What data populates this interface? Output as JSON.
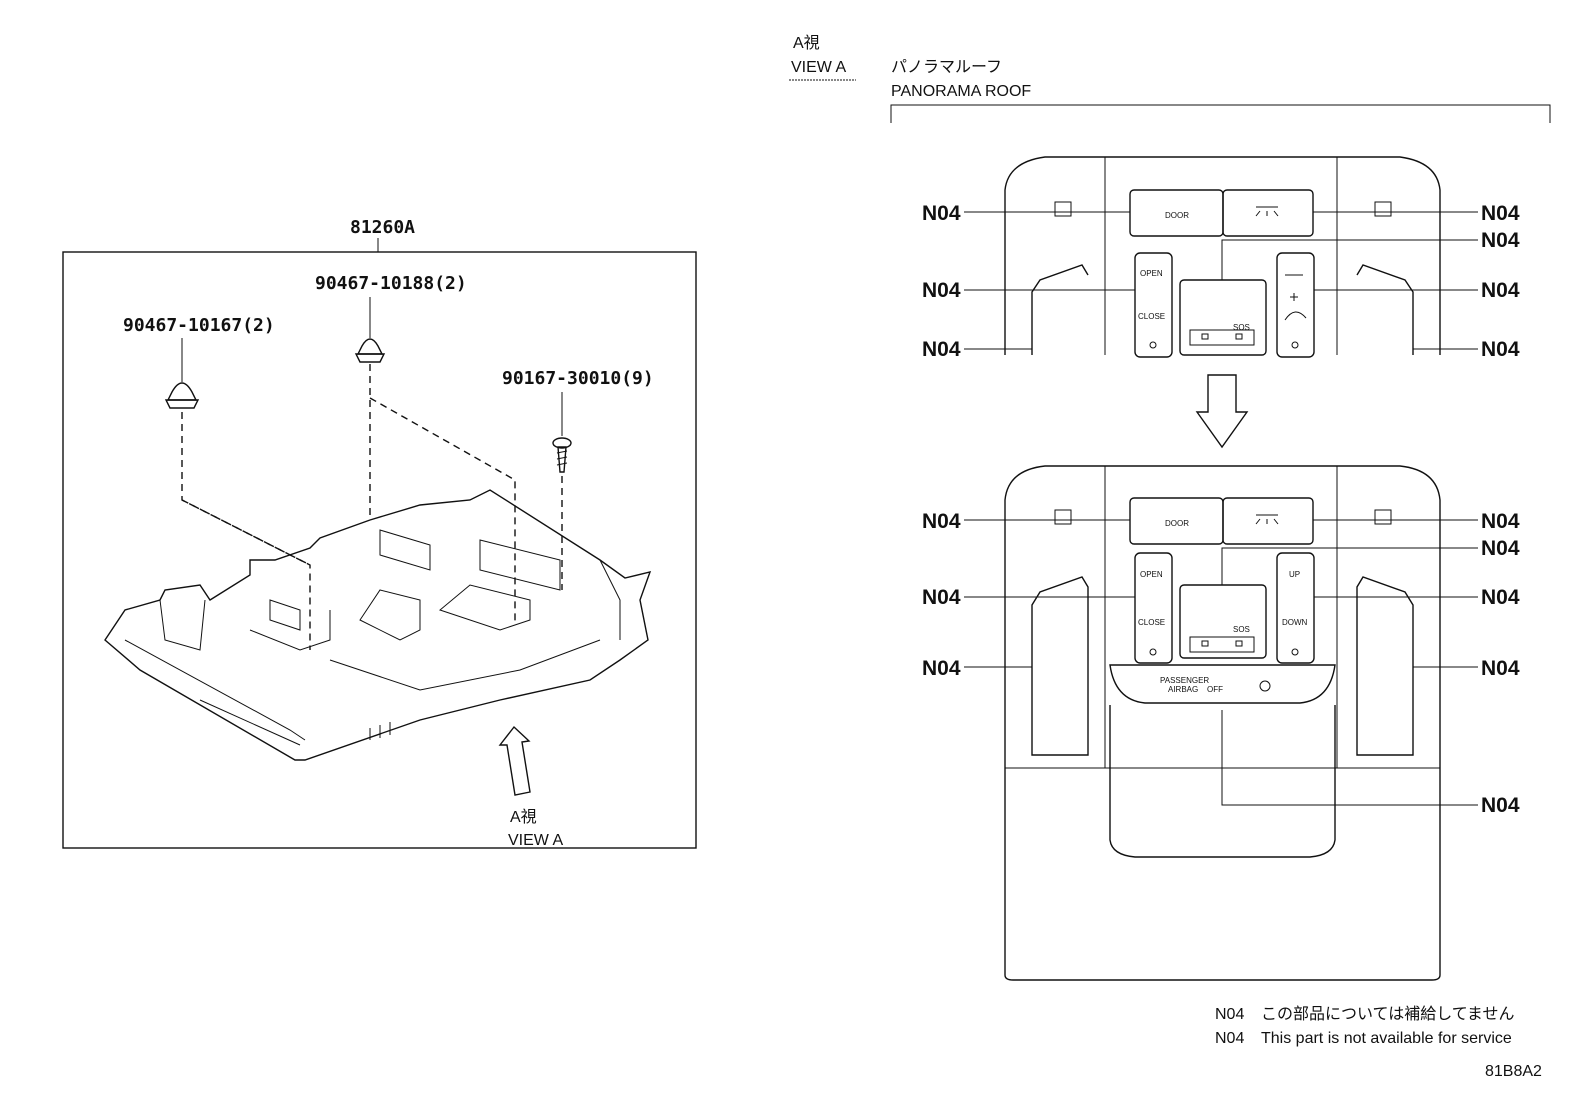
{
  "view_a_header": {
    "jp": "A視",
    "en": "VIEW A"
  },
  "roof": {
    "jp": "パノラマルーフ",
    "en": "PANORAMA ROOF"
  },
  "assembly": {
    "code": "81260A"
  },
  "parts": [
    {
      "code": "90467-10167(2)"
    },
    {
      "code": "90467-10188(2)"
    },
    {
      "code": "90167-30010(9)"
    }
  ],
  "view_a_arrow": {
    "jp": "A視",
    "en": "VIEW A"
  },
  "callout": "N04",
  "console_labels": {
    "door": "DOOR",
    "open": "OPEN",
    "close": "CLOSE",
    "sos": "SOS",
    "up": "UP",
    "down": "DOWN",
    "passenger": "PASSENGER",
    "airbag": "AIRBAG",
    "off": "OFF"
  },
  "notes": [
    {
      "code": "N04",
      "text": "この部品については補給してません"
    },
    {
      "code": "N04",
      "text": "This part is not available for service"
    }
  ],
  "figure_id": "81B8A2"
}
